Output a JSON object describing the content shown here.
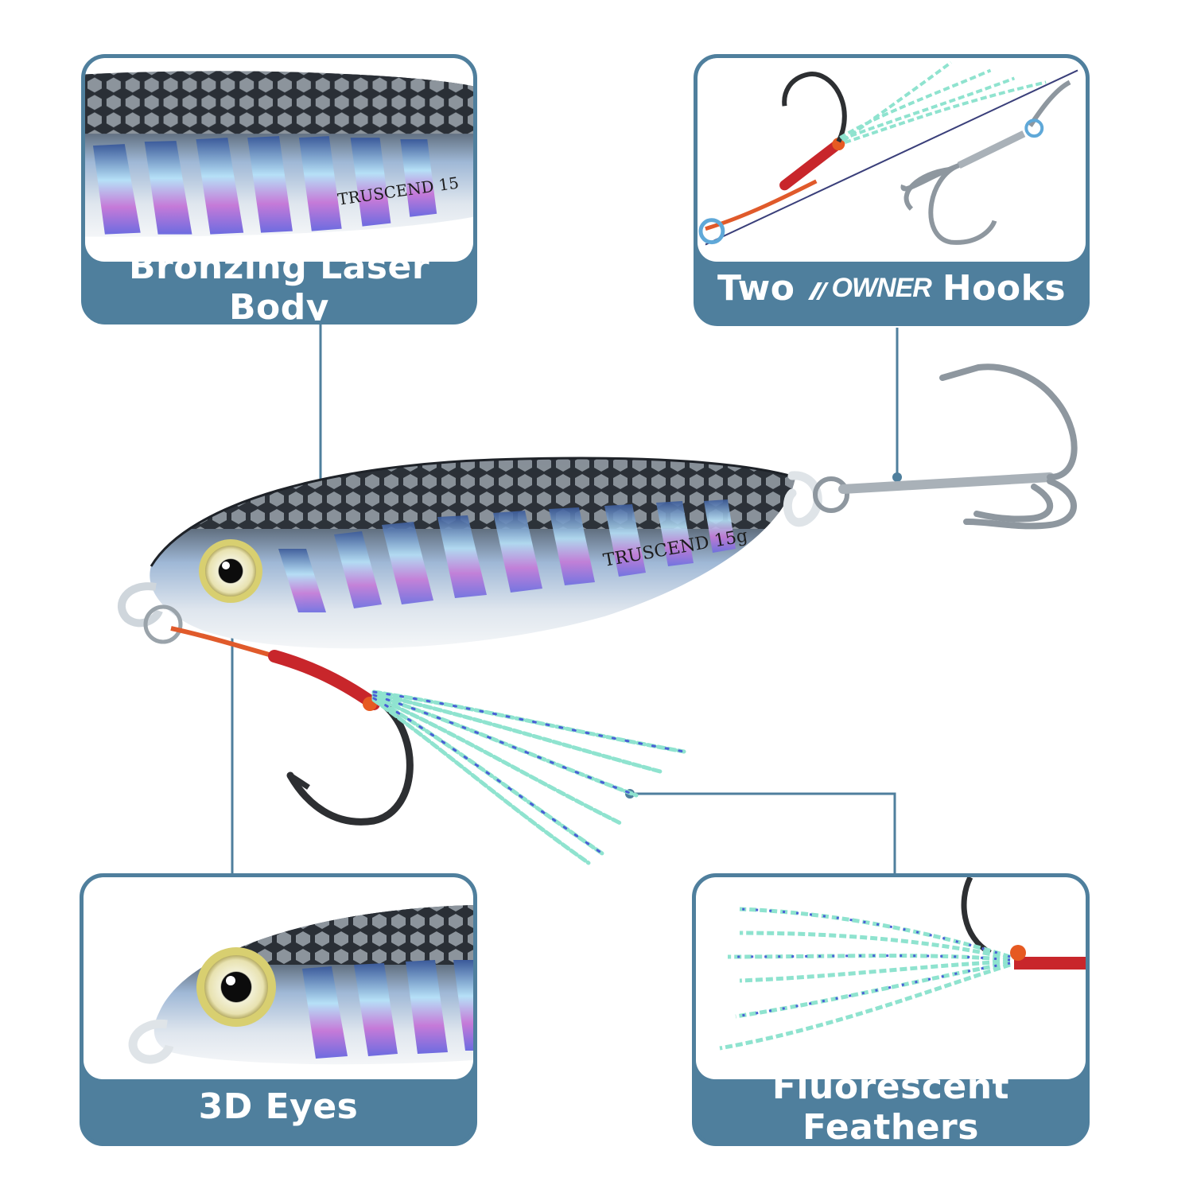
{
  "callouts": {
    "top_left": {
      "label": "Bronzing Laser Body"
    },
    "top_right": {
      "label_prefix": "Two",
      "brand": "OWNER",
      "label_suffix": "Hooks"
    },
    "bottom_left": {
      "label": "3D Eyes"
    },
    "bottom_right": {
      "label": "Fluorescent Feathers"
    }
  },
  "lure": {
    "brand_print": "TRUSCEND 15g",
    "brand_print_partial": "TRUSCEND 15"
  },
  "colors": {
    "callout_frame": "#4f7f9d",
    "leader_line": "#4f7f9d",
    "label_text": "#ffffff",
    "assist_cord": "#c8262b",
    "feather": "#8fe3cf"
  }
}
